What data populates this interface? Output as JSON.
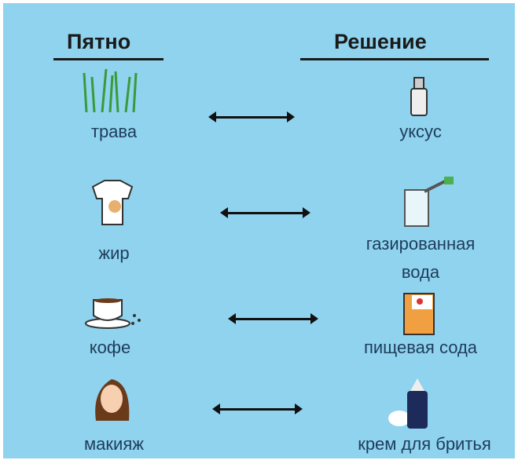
{
  "headers": {
    "stain": "Пятно",
    "solution": "Решение"
  },
  "rows": [
    {
      "stain": "трава",
      "solution": "уксус"
    },
    {
      "stain": "жир",
      "solution": "газированная вода"
    },
    {
      "stain": "кофе",
      "solution": "пищевая сода"
    },
    {
      "stain": "макияж",
      "solution": "крем для бритья"
    }
  ]
}
